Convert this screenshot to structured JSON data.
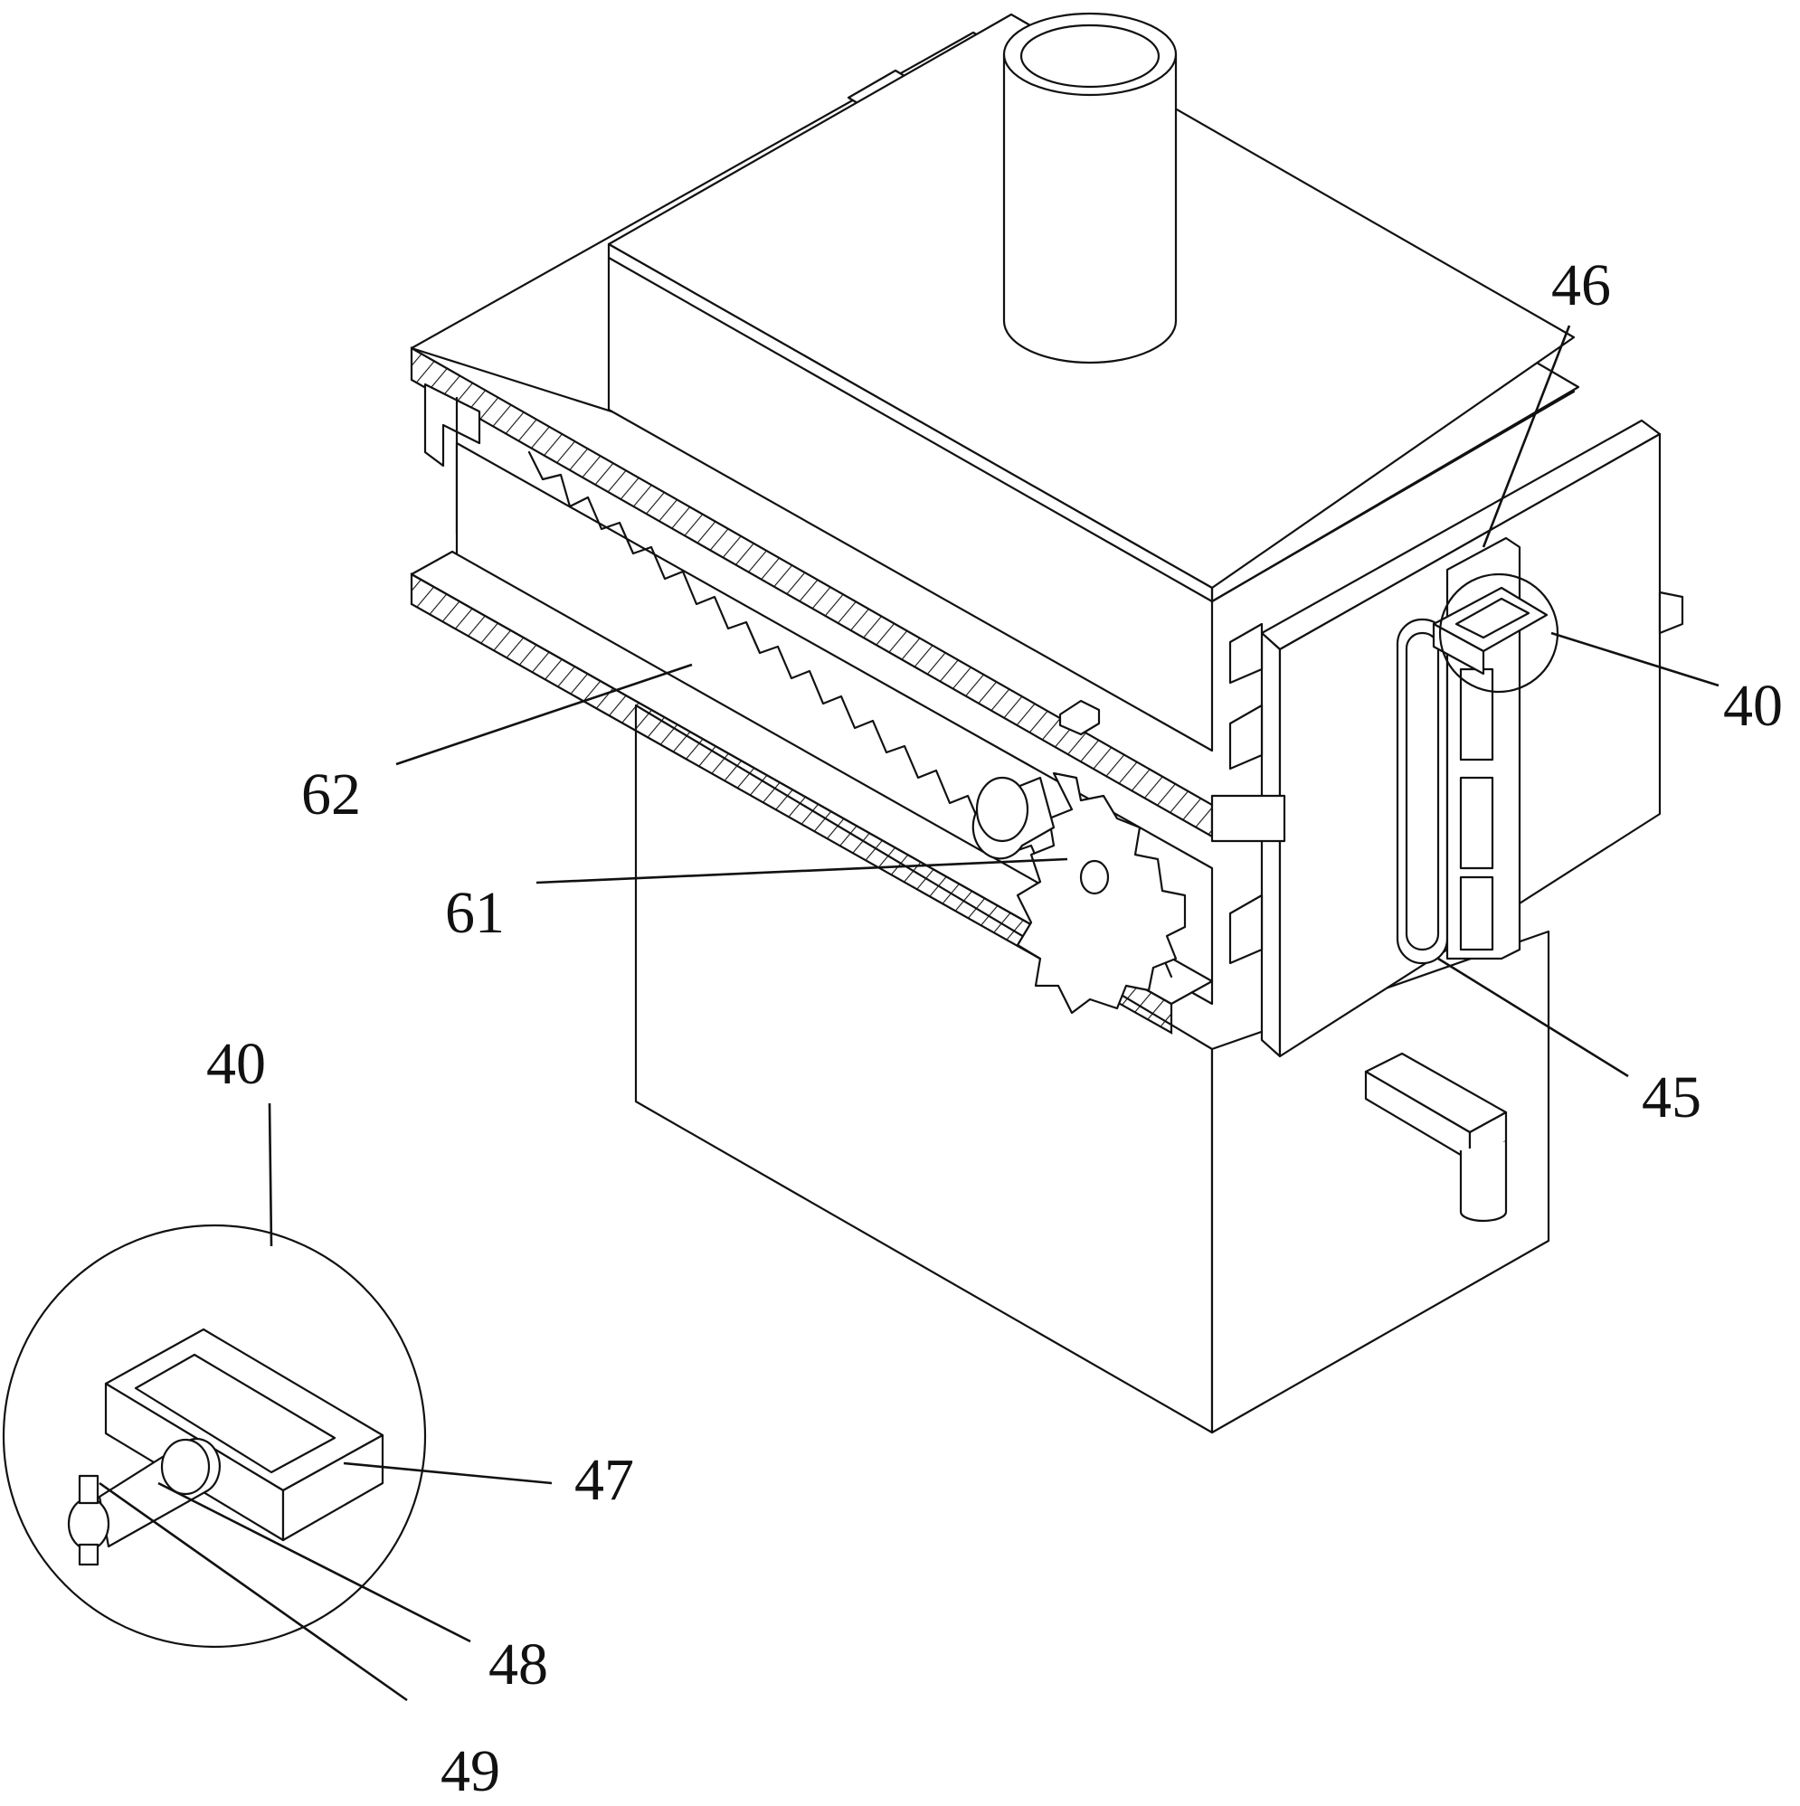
{
  "labels": {
    "l46": "46",
    "l40_top": "40",
    "l62": "62",
    "l61": "61",
    "l45": "45",
    "l40_detail": "40",
    "l47": "47",
    "l48": "48",
    "l49": "49"
  }
}
